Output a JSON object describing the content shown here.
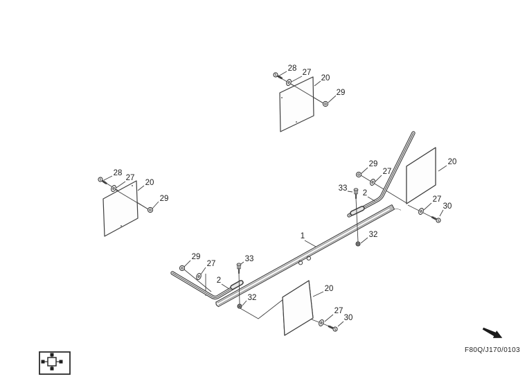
{
  "diagram": {
    "kind": "exploded-parts-diagram",
    "footer_code": "F80Q/J170/0103",
    "style": {
      "line_color": "#3d3d3d",
      "label_color": "#1c1c1c",
      "stripe_color": "#c7c7c7",
      "panel_fill": "#fdfdfd",
      "background": "#ffffff"
    }
  },
  "callouts": [
    {
      "id": "28-top-panel",
      "text": "28"
    },
    {
      "id": "27-top-panel",
      "text": "27"
    },
    {
      "id": "20-top-panel",
      "text": "20"
    },
    {
      "id": "29-top-panel",
      "text": "29"
    },
    {
      "id": "28-left-panel",
      "text": "28"
    },
    {
      "id": "27-left-panel",
      "text": "27"
    },
    {
      "id": "20-left-panel",
      "text": "20"
    },
    {
      "id": "29-left-panel",
      "text": "29"
    },
    {
      "id": "29-left-rod",
      "text": "29"
    },
    {
      "id": "27-left-rod",
      "text": "27"
    },
    {
      "id": "33-left-rod",
      "text": "33"
    },
    {
      "id": "2-left-rod",
      "text": "2"
    },
    {
      "id": "32-left-rod",
      "text": "32"
    },
    {
      "id": "1-rail",
      "text": "1"
    },
    {
      "id": "32-right-rod",
      "text": "32"
    },
    {
      "id": "29-right-rod",
      "text": "29"
    },
    {
      "id": "27-right-rod",
      "text": "27"
    },
    {
      "id": "33-right-rod",
      "text": "33"
    },
    {
      "id": "2-right-rod",
      "text": "2"
    },
    {
      "id": "20-right-panel",
      "text": "20"
    },
    {
      "id": "27-right-panel",
      "text": "27"
    },
    {
      "id": "30-right-panel",
      "text": "30"
    },
    {
      "id": "20-bottom-panel",
      "text": "20"
    },
    {
      "id": "27-bottom-panel",
      "text": "27"
    },
    {
      "id": "30-bottom-panel",
      "text": "30"
    }
  ],
  "footer": {
    "code": "F80Q/J170/0103"
  }
}
